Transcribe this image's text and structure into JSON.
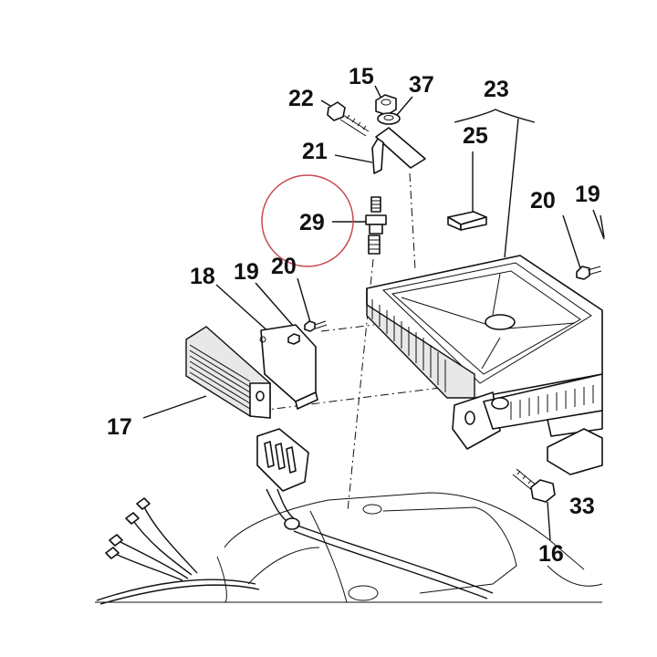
{
  "diagram": {
    "callouts": {
      "c15": "15",
      "c37": "37",
      "c22": "22",
      "c23": "23",
      "c21": "21",
      "c25": "25",
      "c20_right": "20",
      "c19_right": "19",
      "c29": "29",
      "c18": "18",
      "c19_left": "19",
      "c20_left": "20",
      "c17": "17",
      "c33": "33",
      "c16": "16"
    },
    "highlight_color": "#c8484f",
    "line_color": "#111111"
  }
}
